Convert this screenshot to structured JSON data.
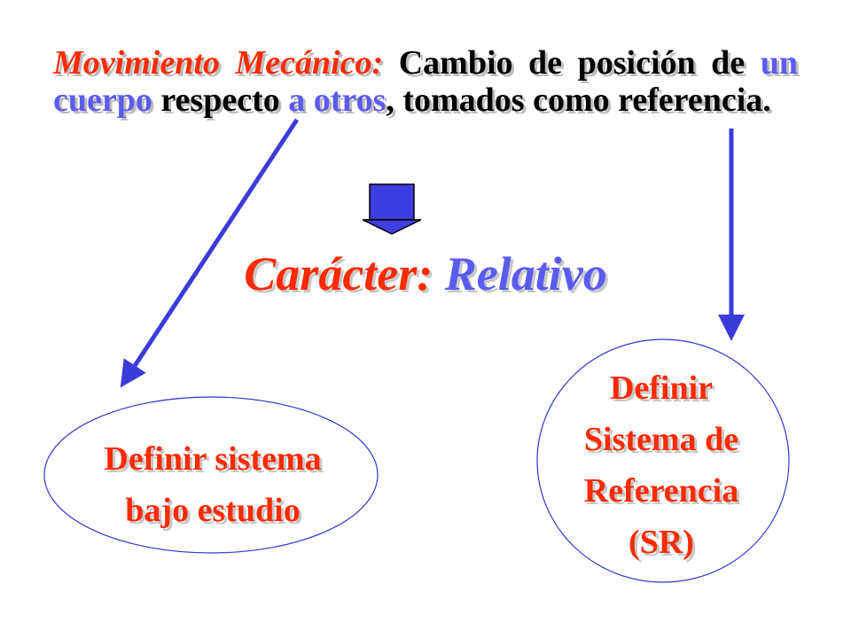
{
  "definition": {
    "term": "Movimiento Mecánico:",
    "text_1": " Cambio de posición de ",
    "highlight_1": "un cuerpo",
    "text_2": " respecto ",
    "highlight_2": "a otros",
    "text_3": ", tomados como referencia."
  },
  "conclusion": {
    "label": "Carácter:",
    "value": "Relativo"
  },
  "nodes": {
    "system": {
      "line_1": "Definir sistema",
      "line_2": "bajo estudio"
    },
    "reference": {
      "line_1": "Definir",
      "line_2": "Sistema de",
      "line_3": "Referencia",
      "line_4": "(SR)"
    }
  },
  "colors": {
    "red": "#ff2a00",
    "blue": "#3b3bd9",
    "light_blue": "#5b5bf2",
    "text": "#000000",
    "ellipse_border": "#3333cc"
  }
}
